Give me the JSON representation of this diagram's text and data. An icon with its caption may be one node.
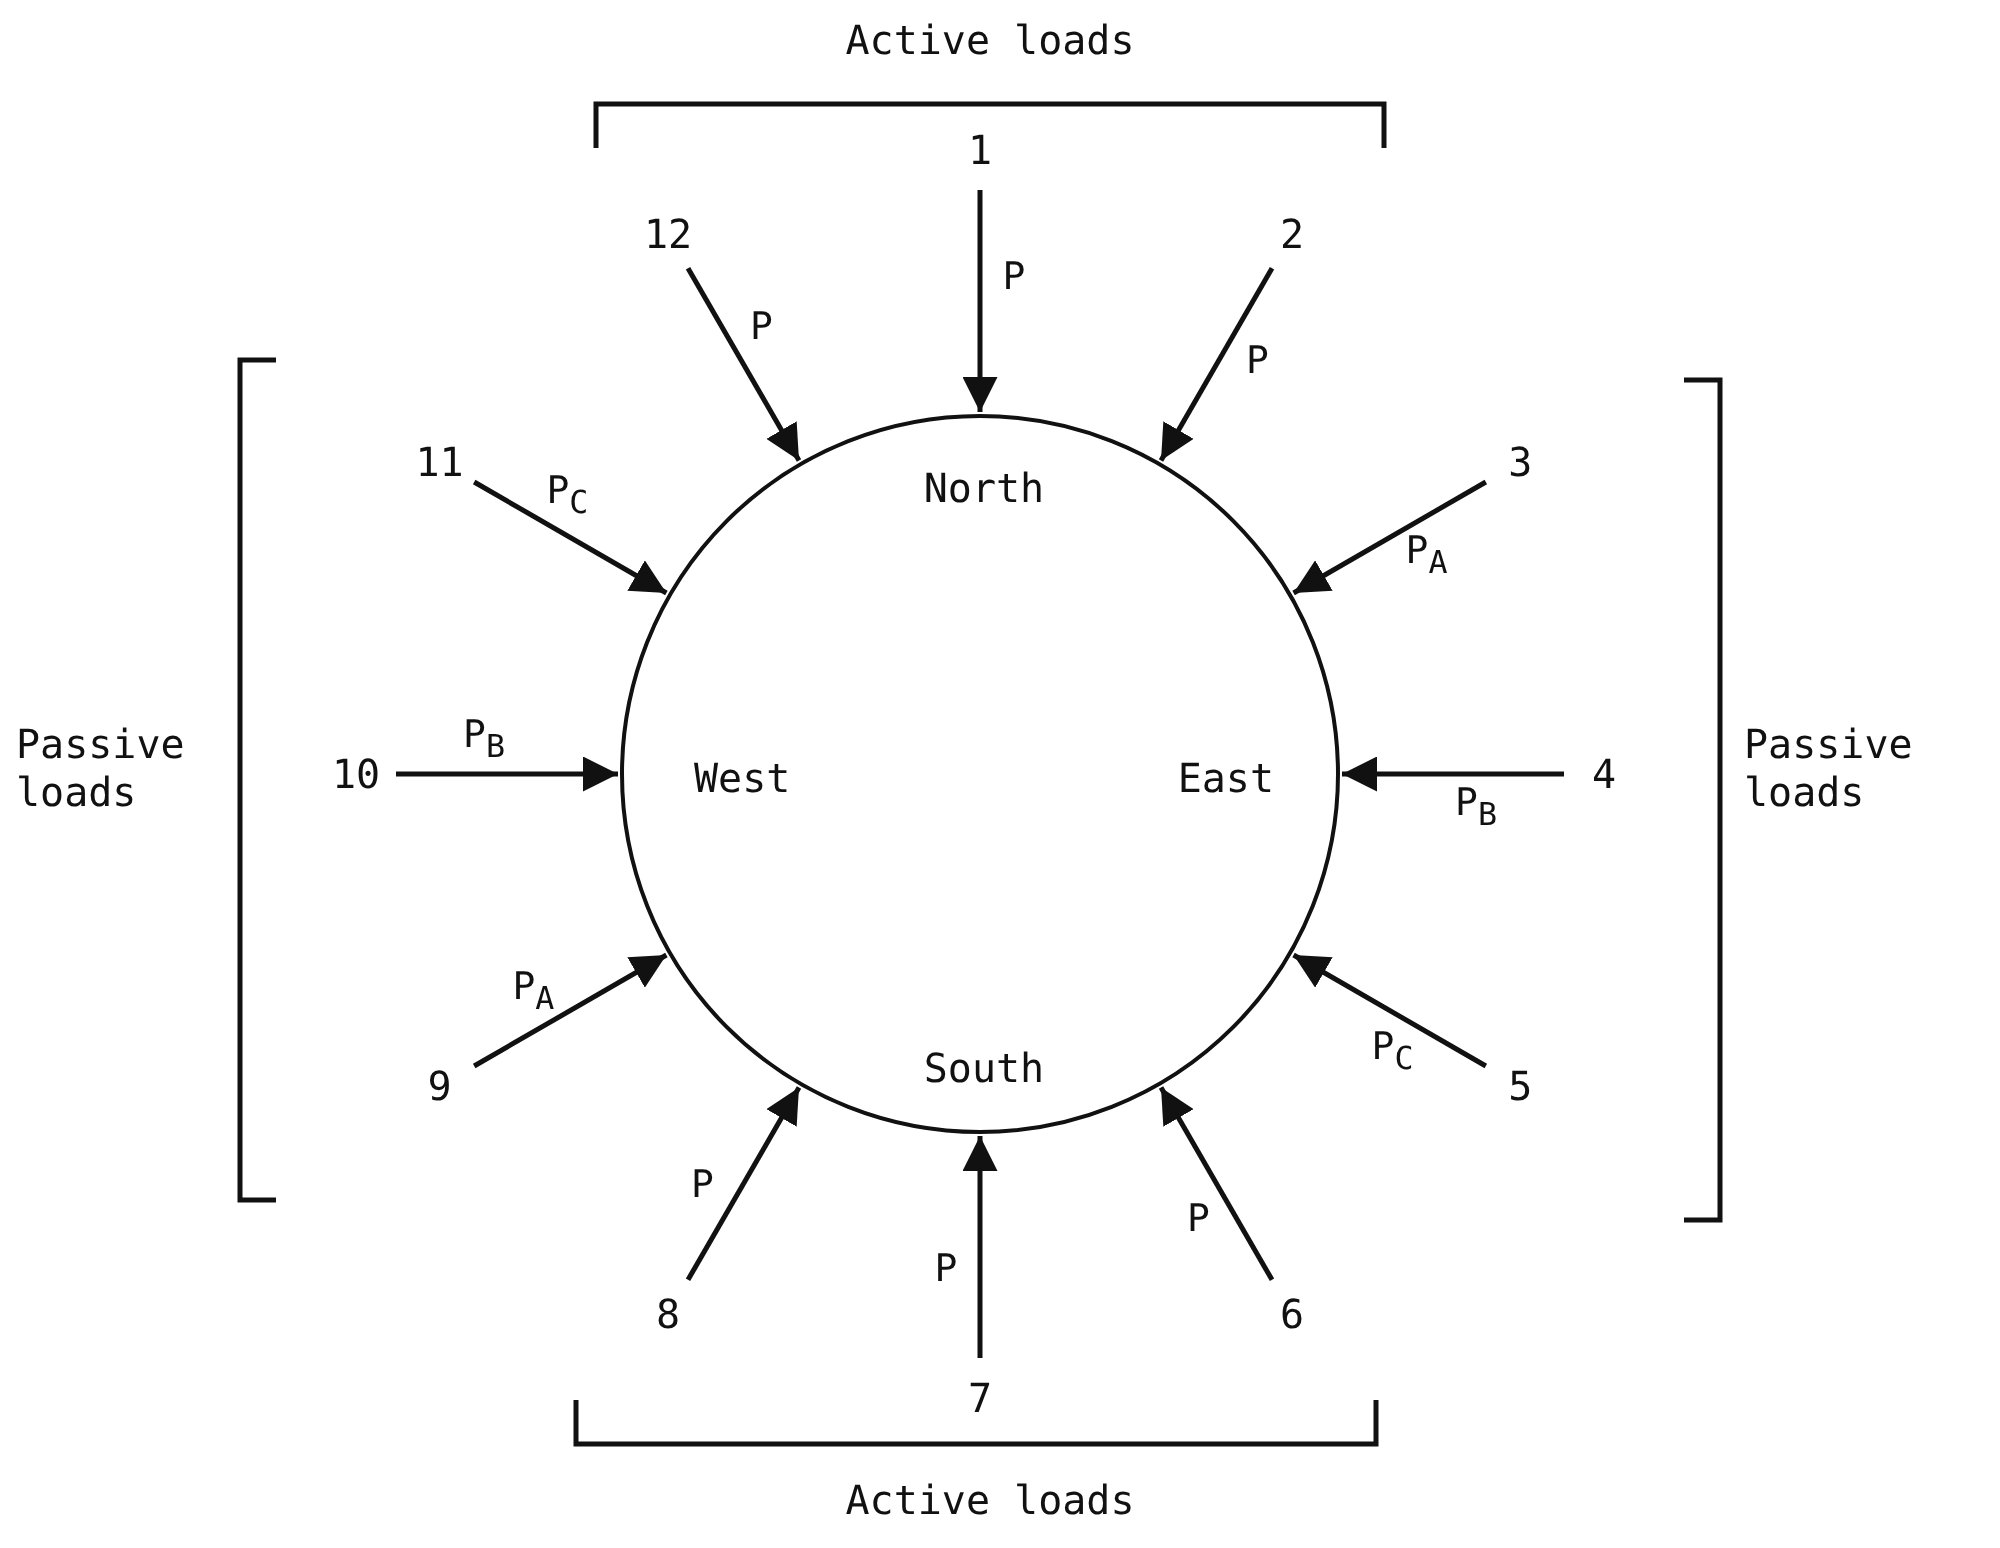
{
  "diagram": {
    "nodes": [
      {
        "text": [
          "North",
          "West",
          "East",
          "South"
        ]
      },
      {
        "text": [
          "1"
        ]
      },
      {
        "text": [
          "2"
        ]
      },
      {
        "text": [
          "3"
        ]
      },
      {
        "text": [
          "4"
        ]
      },
      {
        "text": [
          "5"
        ]
      },
      {
        "text": [
          "6"
        ]
      },
      {
        "text": [
          "7"
        ]
      },
      {
        "text": [
          "8"
        ]
      },
      {
        "text": [
          "9"
        ]
      },
      {
        "text": [
          "10"
        ]
      },
      {
        "text": [
          "11"
        ]
      },
      {
        "text": [
          "12"
        ]
      }
    ],
    "edges": [
      {
        "from": 1,
        "to": 0,
        "arrow": "to",
        "label": "P"
      },
      {
        "from": 2,
        "to": 0,
        "arrow": "to",
        "label": "P"
      },
      {
        "from": 3,
        "to": 0,
        "arrow": "to",
        "label": "P$_{A}$"
      },
      {
        "from": 4,
        "to": 0,
        "arrow": "to",
        "label": "P$_{B}$"
      },
      {
        "from": 5,
        "to": 0,
        "arrow": "to",
        "label": "P$_{C}$"
      },
      {
        "from": 6,
        "to": 0,
        "arrow": "to",
        "label": "P"
      },
      {
        "from": 7,
        "to": 0,
        "arrow": "to",
        "label": "P"
      },
      {
        "from": 8,
        "to": 0,
        "arrow": "to",
        "label": "P"
      },
      {
        "from": 9,
        "to": 0,
        "arrow": "to",
        "label": "P$_{A}$"
      },
      {
        "from": 10,
        "to": 0,
        "arrow": "to",
        "label": "P$_{B}$"
      },
      {
        "from": 11,
        "to": 0,
        "arrow": "to",
        "label": "P$_{C}$"
      },
      {
        "from": 12,
        "to": 0,
        "arrow": "to",
        "label": "P"
      }
    ],
    "labels": [
      "Active loads",
      "Passive loads",
      "Passive loads",
      "Active loads"
    ]
  }
}
